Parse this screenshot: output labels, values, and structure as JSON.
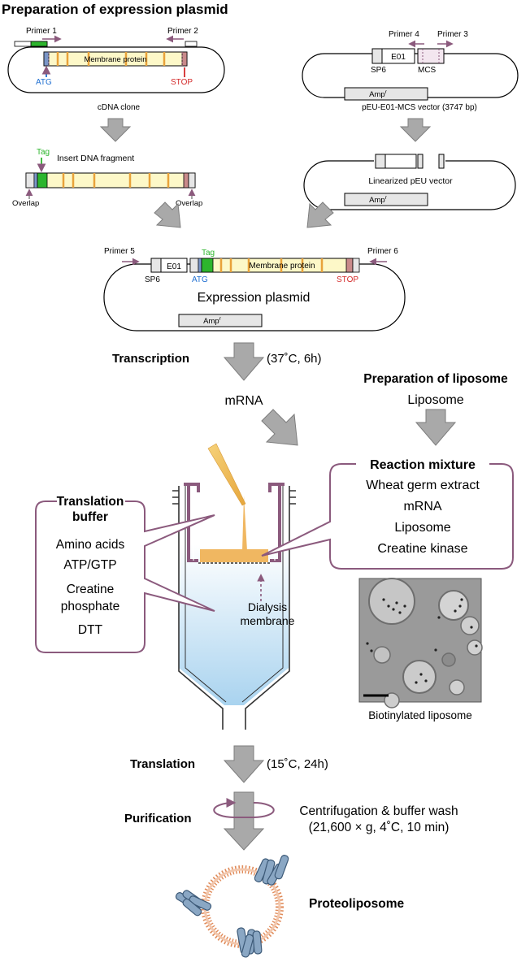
{
  "title": "Preparation of expression plasmid",
  "cdna": {
    "primer1": "Primer 1",
    "primer2": "Primer 2",
    "gene": "Membrane protein",
    "atg": "ATG",
    "stop": "STOP",
    "caption": "cDNA clone"
  },
  "vector": {
    "primer4": "Primer 4",
    "primer3": "Primer 3",
    "sp6": "SP6",
    "e01": "E01",
    "mcs": "MCS",
    "amp": "Amp",
    "amp_sup": "r",
    "caption": "pEU-E01-MCS vector (3747 bp)"
  },
  "insert": {
    "tag": "Tag",
    "caption": "Insert DNA fragment",
    "overlap": "Overlap"
  },
  "linearized": {
    "caption": "Linearized pEU vector",
    "amp": "Amp",
    "amp_sup": "r"
  },
  "expression": {
    "primer5": "Primer 5",
    "primer6": "Primer 6",
    "sp6": "SP6",
    "e01": "E01",
    "atg": "ATG",
    "tag": "Tag",
    "gene": "Membrane protein",
    "stop": "STOP",
    "name": "Expression plasmid",
    "amp": "Amp",
    "amp_sup": "r"
  },
  "transcription": {
    "label": "Transcription",
    "conditions": "(37˚C, 6h)",
    "product": "mRNA"
  },
  "liposome_prep": {
    "title": "Preparation of liposome",
    "item": "Liposome"
  },
  "reaction_mixture": {
    "title": "Reaction mixture",
    "items": [
      "Wheat germ extract",
      "mRNA",
      "Liposome",
      "Creatine kinase"
    ]
  },
  "translation_buffer": {
    "title_line1": "Translation",
    "title_line2": "buffer",
    "items": [
      "Amino acids",
      "ATP/GTP",
      "Creatine",
      "phosphate",
      "DTT"
    ]
  },
  "dialysis": {
    "line1": "Dialysis",
    "line2": "membrane"
  },
  "micrograph": {
    "caption": "Biotinylated liposome"
  },
  "translation": {
    "label": "Translation",
    "conditions": "(15˚C, 24h)"
  },
  "purification": {
    "label": "Purification",
    "line1": "Centrifugation & buffer wash",
    "line2": "(21,600 × g, 4˚C, 10 min)"
  },
  "result": {
    "label": "Proteoliposome"
  },
  "colors": {
    "arrow": "#a9a9a9",
    "plum": "#8b5a7d",
    "gene_fill": "#fdf8c8",
    "stripe": "#e8a23a",
    "tag_green": "#2db52d",
    "atg_blue": "#1f6fd1",
    "stop_red": "#d42a2a",
    "tube_blue": "#cfe6f5"
  }
}
